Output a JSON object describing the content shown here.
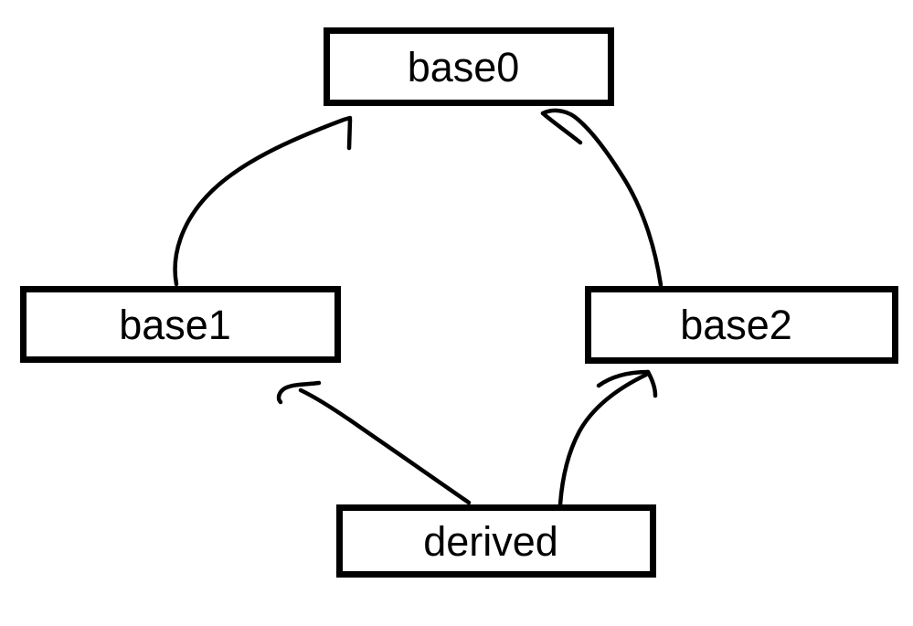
{
  "diagram": {
    "type": "inheritance-graph",
    "background_color": "#ffffff",
    "stroke_color": "#000000",
    "nodes": [
      {
        "id": "base0",
        "label": "base0"
      },
      {
        "id": "base1",
        "label": "base1"
      },
      {
        "id": "base2",
        "label": "base2"
      },
      {
        "id": "derived",
        "label": "derived"
      }
    ],
    "edges": [
      {
        "from": "base1",
        "to": "base0"
      },
      {
        "from": "base2",
        "to": "base0"
      },
      {
        "from": "derived",
        "to": "base1"
      },
      {
        "from": "derived",
        "to": "base2"
      }
    ]
  }
}
